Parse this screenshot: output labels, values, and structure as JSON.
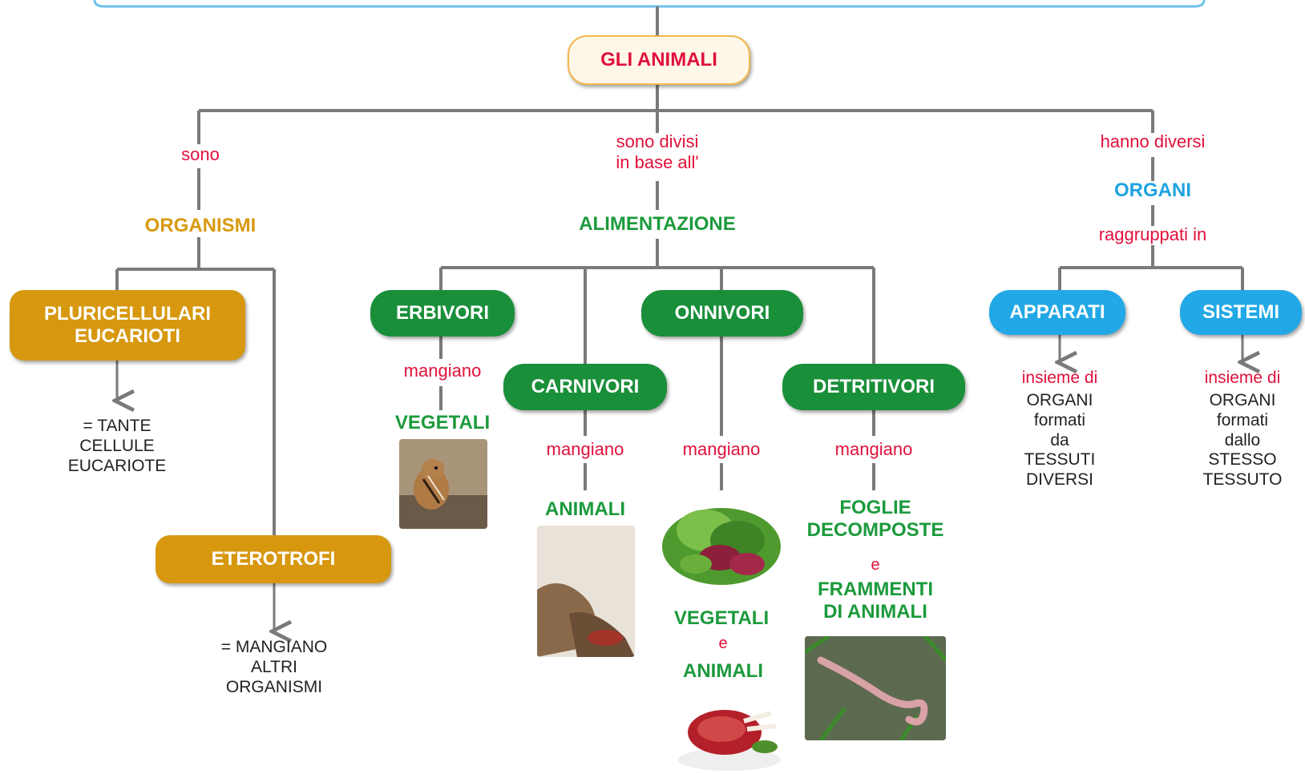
{
  "root": {
    "label": "GLI ANIMALI"
  },
  "colors": {
    "orange": "#d7980f",
    "green": "#1a8f3a",
    "blue": "#22a8e6",
    "red": "#e0103a",
    "line": "#7a7a7a"
  },
  "left": {
    "link": "sono",
    "concept": "ORGANISMI",
    "box1_line1": "PLURICELLULARI",
    "box1_line2": "EUCARIOTI",
    "desc1": [
      "= TANTE",
      "CELLULE",
      "EUCARIOTE"
    ],
    "box2": "ETEROTROFI",
    "desc2": [
      "= MANGIANO",
      "ALTRI",
      "ORGANISMI"
    ]
  },
  "middle": {
    "link": [
      "sono divisi",
      "in base all'"
    ],
    "concept": "ALIMENTAZIONE",
    "eat": "mangiano",
    "and": "e",
    "erbivori": {
      "label": "ERBIVORI",
      "food": "VEGETALI"
    },
    "carnivori": {
      "label": "CARNIVORI",
      "food": "ANIMALI"
    },
    "onnivori": {
      "label": "ONNIVORI",
      "food1": "VEGETALI",
      "food2": "ANIMALI"
    },
    "detritivori": {
      "label": "DETRITIVORI",
      "food1": [
        "FOGLIE",
        "DECOMPOSTE"
      ],
      "food2": [
        "FRAMMENTI",
        "DI ANIMALI"
      ]
    }
  },
  "right": {
    "link": "hanno diversi",
    "concept": "ORGANI",
    "link2": "raggruppati in",
    "apparati": {
      "label": "APPARATI",
      "lead": "insieme di",
      "desc": [
        "ORGANI",
        "formati",
        "da",
        "TESSUTI",
        "DIVERSI"
      ]
    },
    "sistemi": {
      "label": "SISTEMI",
      "lead": "insieme di",
      "desc": [
        "ORGANI",
        "formati",
        "dallo",
        "STESSO",
        "TESSUTO"
      ]
    }
  },
  "photos": [
    "chipmunk-photo",
    "wolf-photo",
    "salad-photo",
    "meat-photo",
    "worm-photo"
  ]
}
